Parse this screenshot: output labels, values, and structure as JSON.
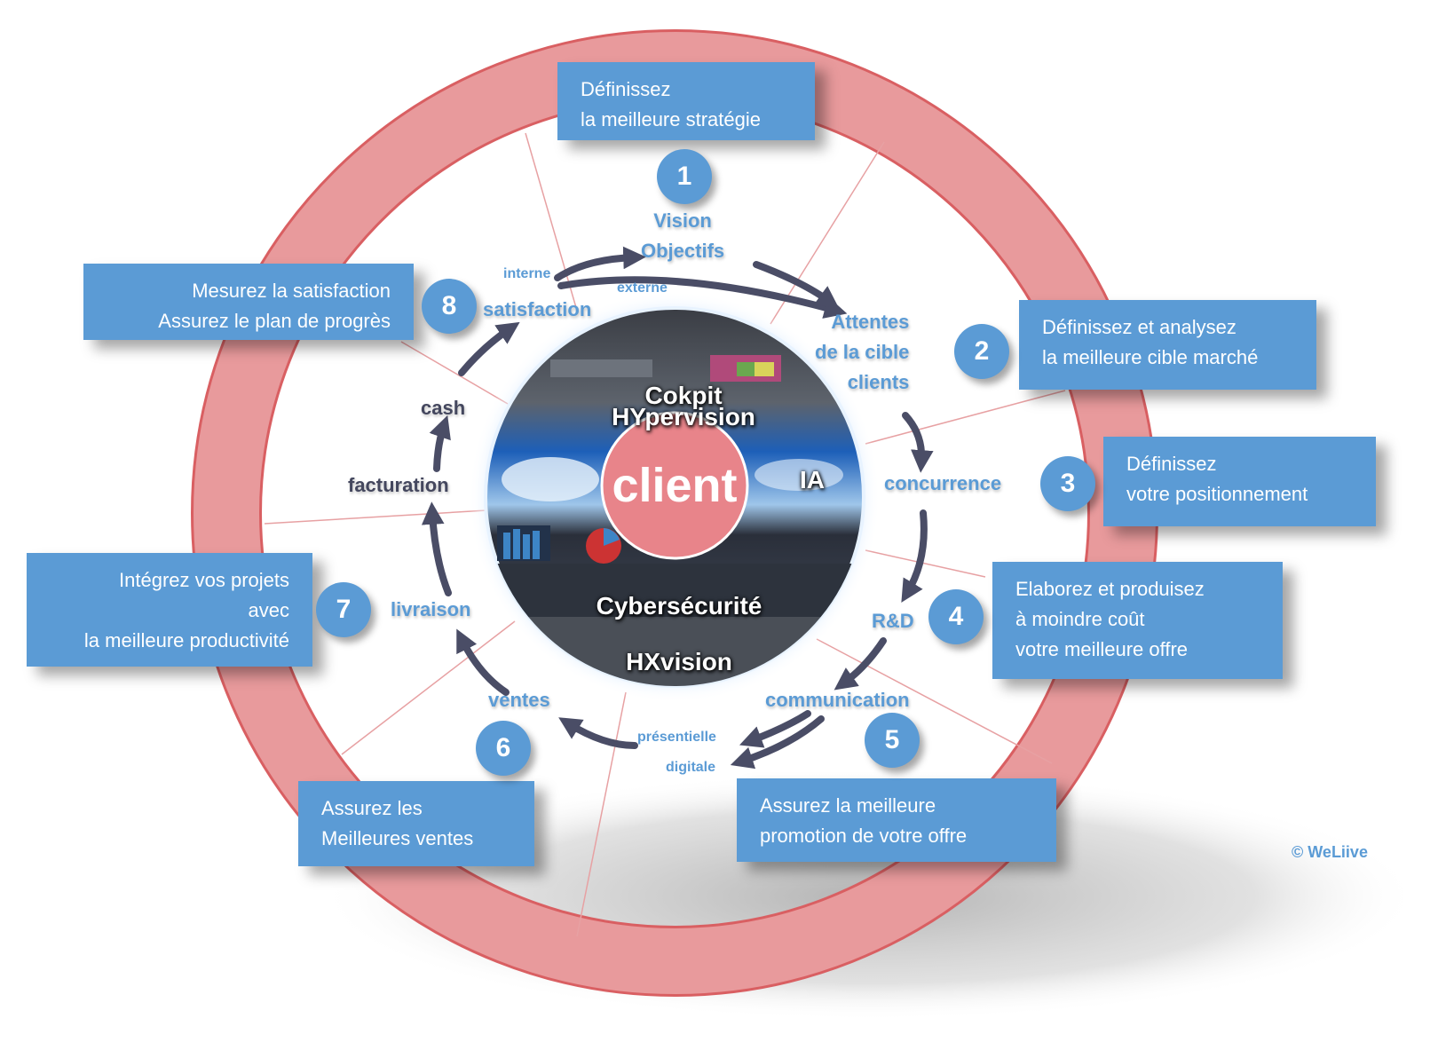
{
  "center": {
    "client": "client",
    "cokpit": "Cokpit",
    "hypervision": "HYpervision",
    "ia": "IA",
    "cybersecurite": "Cybersécurité",
    "hxvision": "HXvision"
  },
  "boxes": [
    {
      "lines": [
        "Définissez",
        "la meilleure stratégie"
      ]
    },
    {
      "lines": [
        "Définissez et analysez",
        "la meilleure cible marché"
      ]
    },
    {
      "lines": [
        "Définissez",
        "votre positionnement"
      ]
    },
    {
      "lines": [
        "Elaborez et produisez",
        "à moindre coût",
        "votre meilleure offre"
      ]
    },
    {
      "lines": [
        "Assurez la meilleure",
        "promotion de votre offre"
      ]
    },
    {
      "lines": [
        "Assurez les",
        "Meilleures ventes"
      ]
    },
    {
      "lines": [
        "Intégrez vos projets",
        "avec",
        "la meilleure productivité"
      ]
    },
    {
      "lines": [
        "Mesurez la satisfaction",
        "Assurez le plan de progrès"
      ]
    }
  ],
  "numbers": [
    "1",
    "2",
    "3",
    "4",
    "5",
    "6",
    "7",
    "8"
  ],
  "stages": {
    "vision": [
      "Vision",
      "Objectifs"
    ],
    "attentes": [
      "Attentes",
      "de la cible",
      "clients"
    ],
    "concurrence": "concurrence",
    "rd": "R&D",
    "communication": "communication",
    "presentielle": "présentielle",
    "digitale": "digitale",
    "ventes": "ventes",
    "livraison": "livraison",
    "facturation": "facturation",
    "cash": "cash",
    "satisfaction": "satisfaction",
    "interne": "interne",
    "externe": "externe"
  },
  "copyright": "© WeLiive",
  "colors": {
    "ring": "#e89a9c",
    "ring_stroke": "#d95f62",
    "box": "#5b9bd5",
    "arrow": "#4a4d66",
    "client": "#e8848a"
  }
}
